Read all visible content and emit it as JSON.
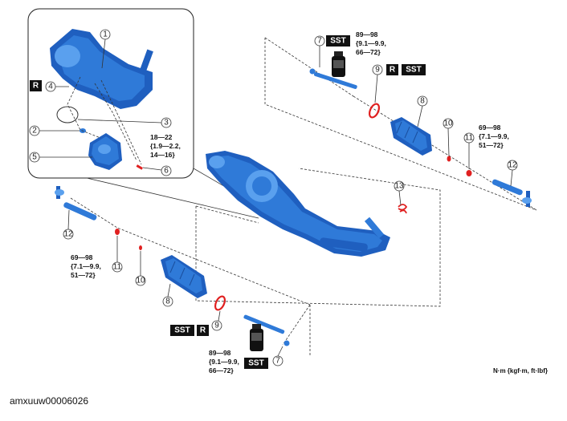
{
  "callouts": [
    "1",
    "2",
    "3",
    "4",
    "5",
    "6",
    "7",
    "8",
    "9",
    "10",
    "11",
    "12",
    "13"
  ],
  "badges": {
    "sst": "SST",
    "r": "R"
  },
  "torques": {
    "inset_bolt": [
      "18—22",
      "{1.9—2.2,",
      "14—16}"
    ],
    "tie_rod_joint": [
      "89—98",
      "{9.1—9.9,",
      "66—72}"
    ],
    "tie_rod_end_nut": [
      "69—98",
      "{7.1—9.9,",
      "51—72}"
    ]
  },
  "units_label": "N·m {kgf·m, ft·lbf}",
  "figure_id": "amxuuw00006026",
  "colors": {
    "part_blue": "#2f7ad8",
    "part_red": "#e02020",
    "badge_bg": "#111111"
  }
}
